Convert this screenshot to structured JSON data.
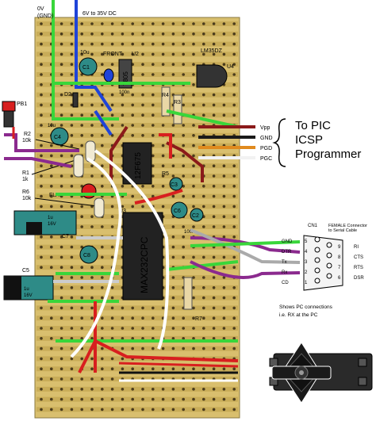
{
  "supply": {
    "gnd_label": "0V",
    "gnd_sub": "(GND)",
    "vin_label": "6V to 35V DC"
  },
  "components": {
    "c1": "C1",
    "c1_val": "10u",
    "front": "FRONT",
    "u2": "U2",
    "reg": "7805",
    "cap_100n": "100n",
    "lm": "LM35DZ",
    "u4": "U4",
    "d2": "D2",
    "r4": "R4",
    "r3": "R3",
    "pb1": "PB1",
    "r2": "R2",
    "r2_val": "10k",
    "c4": "C4",
    "c4_val": "10u",
    "r1": "R1",
    "r1_val": "1k",
    "pic": "12F675",
    "u3": "U3",
    "r6": "R6",
    "r6_val": "10k",
    "flat": "FLAT",
    "r5": "R5",
    "c3": "C3",
    "c6": "C6",
    "c2": "C2",
    "c7": "C7",
    "c7_v1": "1u",
    "c7_v2": "16V",
    "c8": "C8",
    "c5": "C5",
    "c5_v1": "1u",
    "c5_v2": "16V",
    "max": "MAX232CPC",
    "r7": "R7",
    "cap_100n_2": "100n"
  },
  "icsp": {
    "pins": [
      "Vpp",
      "GND",
      "PGD",
      "PGC"
    ],
    "pin_colors": [
      "#8b1a1a",
      "#1a1a1a",
      "#e08a1e",
      "#f2f2f2"
    ],
    "title": [
      "To PIC",
      "ICSP",
      "Programmer"
    ]
  },
  "connector": {
    "name": "CN1",
    "title_line1": "FEMALE Connector",
    "title_line2": "to Serial Cable",
    "left_labels": [
      "GND",
      "DTR",
      "Tx",
      "Rx",
      "CD"
    ],
    "left_pins": [
      "5",
      "4",
      "3",
      "2",
      "1"
    ],
    "right_pins": [
      "9",
      "8",
      "7",
      "6"
    ],
    "right_labels": [
      "RI",
      "CTS",
      "RTS",
      "DSR"
    ],
    "note_line1": "Shows PC connections",
    "note_line2": "i.e. RX at the PC"
  },
  "colors": {
    "board": "#d9bf6e",
    "hole": "#4a3b1c",
    "strip": "#c8ac58",
    "green_wire": "#39d63a",
    "red_wire": "#d81f1f",
    "blue_wire": "#1f44d8",
    "dark_red_wire": "#8b1a1a",
    "purple_wire": "#8b2a8e",
    "ic_body": "#222222",
    "teal_cap": "#2e8b87"
  }
}
